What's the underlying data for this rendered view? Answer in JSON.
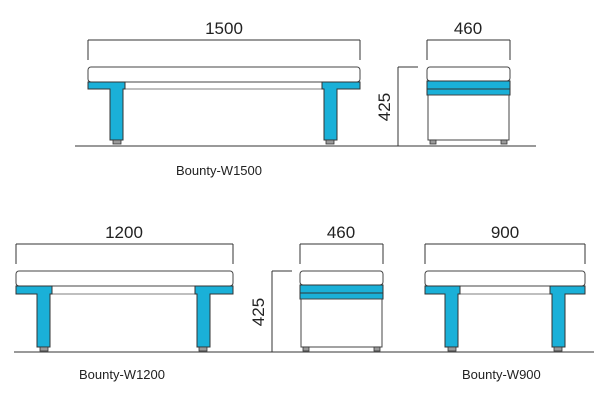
{
  "colors": {
    "frame": "#1ab0d8",
    "outline": "#333333",
    "background": "#ffffff"
  },
  "benches": [
    {
      "model": "Bounty-W1500",
      "width": "1500",
      "depth": "460",
      "height": "425"
    },
    {
      "model": "Bounty-W1200",
      "width": "1200",
      "depth": "460",
      "height": "425"
    },
    {
      "model": "Bounty-W900",
      "width": "900"
    }
  ]
}
